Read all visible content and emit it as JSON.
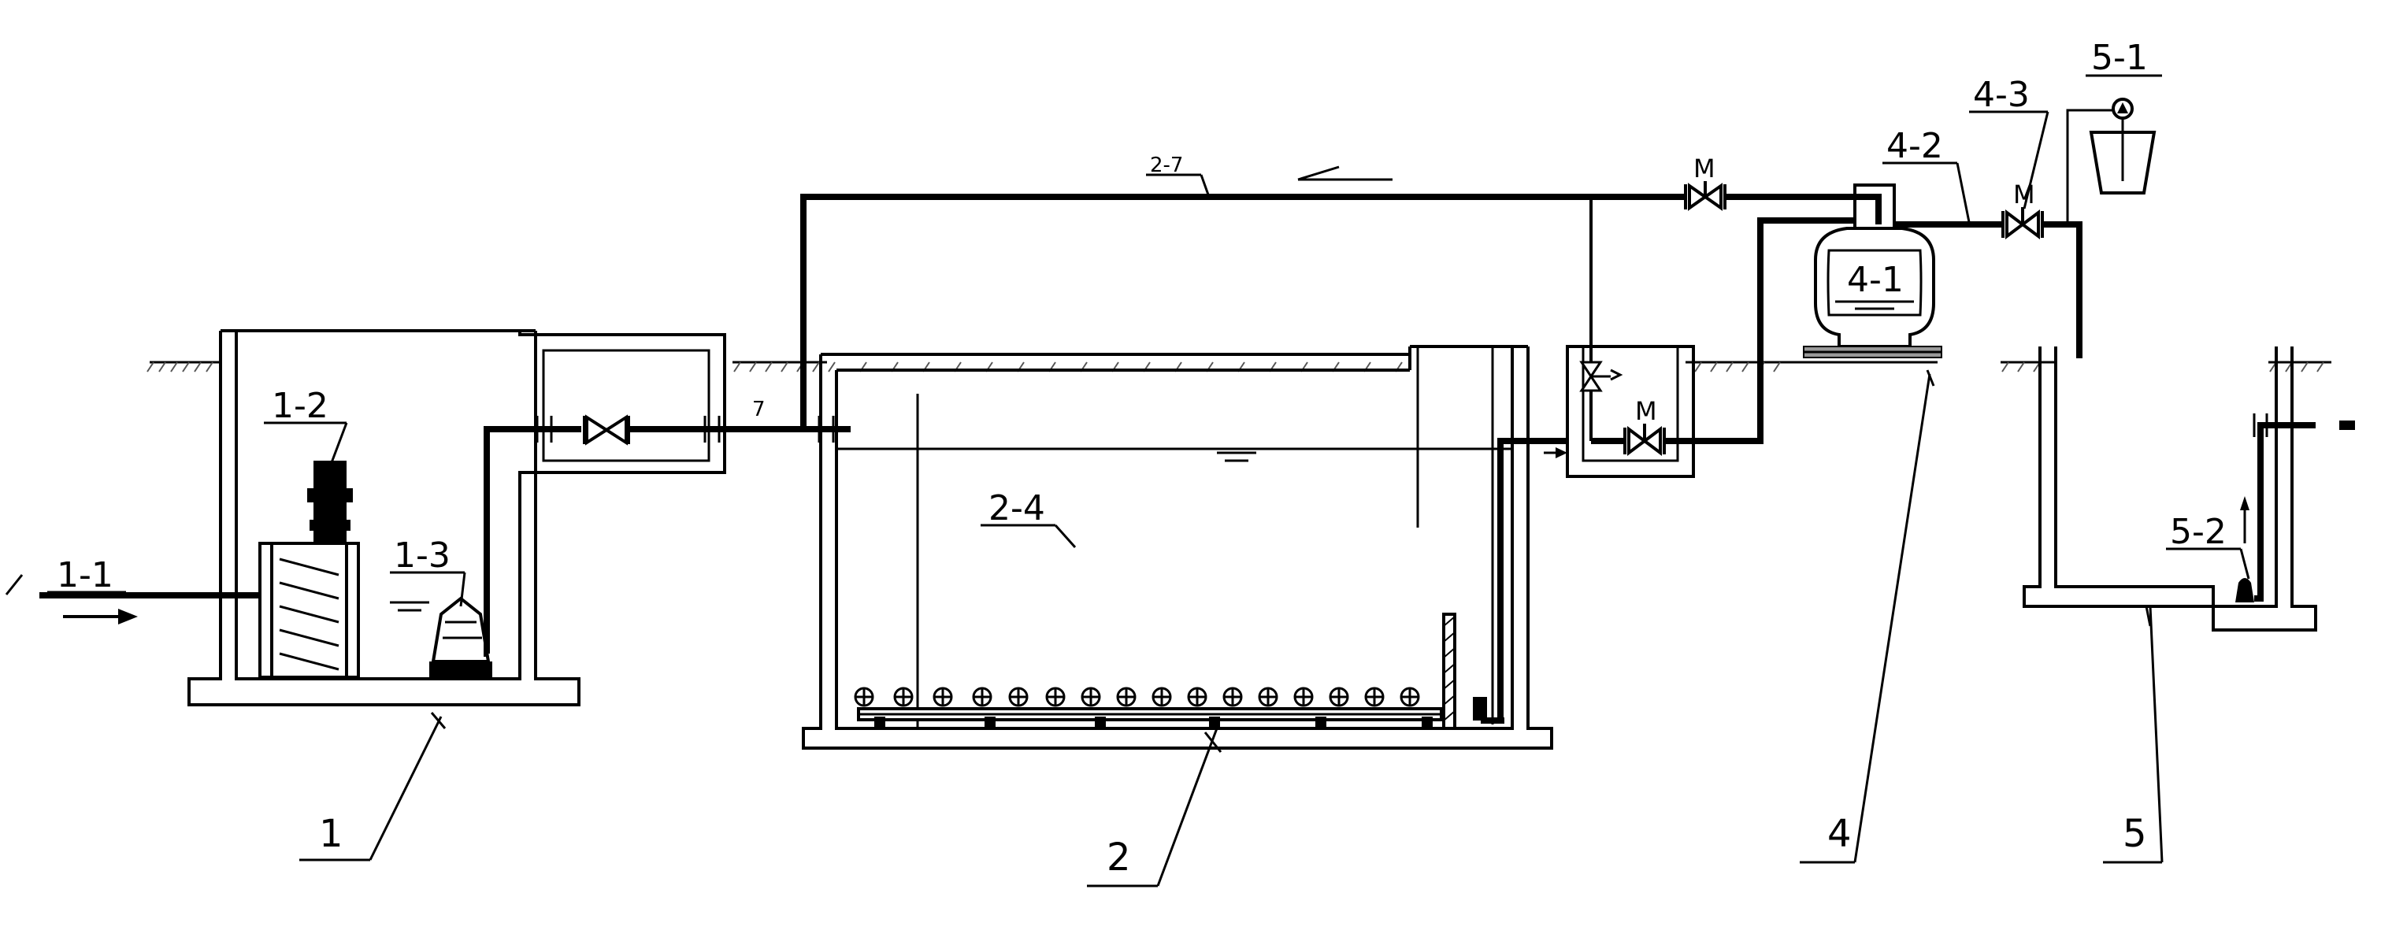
{
  "labels": {
    "l_1_1": "1-1",
    "l_1_2": "1-2",
    "l_1_3": "1-3",
    "l_2_4": "2-4",
    "l_2_7": "2-7",
    "l_4_1": "4-1",
    "l_4_2": "4-2",
    "l_4_3": "4-3",
    "l_5_1": "5-1",
    "l_5_2": "5-2",
    "l_1": "1",
    "l_2": "2",
    "l_4": "4",
    "l_5": "5",
    "valve_m1": "M",
    "valve_m2": "M",
    "valve_m3": "M",
    "pipe_7": "7"
  },
  "colors": {
    "line": "#000000",
    "background": "#ffffff",
    "ground_hatch": "#555555"
  },
  "icons": [
    "valve-icon",
    "motorized-valve-icon",
    "pump-icon",
    "aerator-icon",
    "meter-icon",
    "flow-arrow-icon"
  ]
}
